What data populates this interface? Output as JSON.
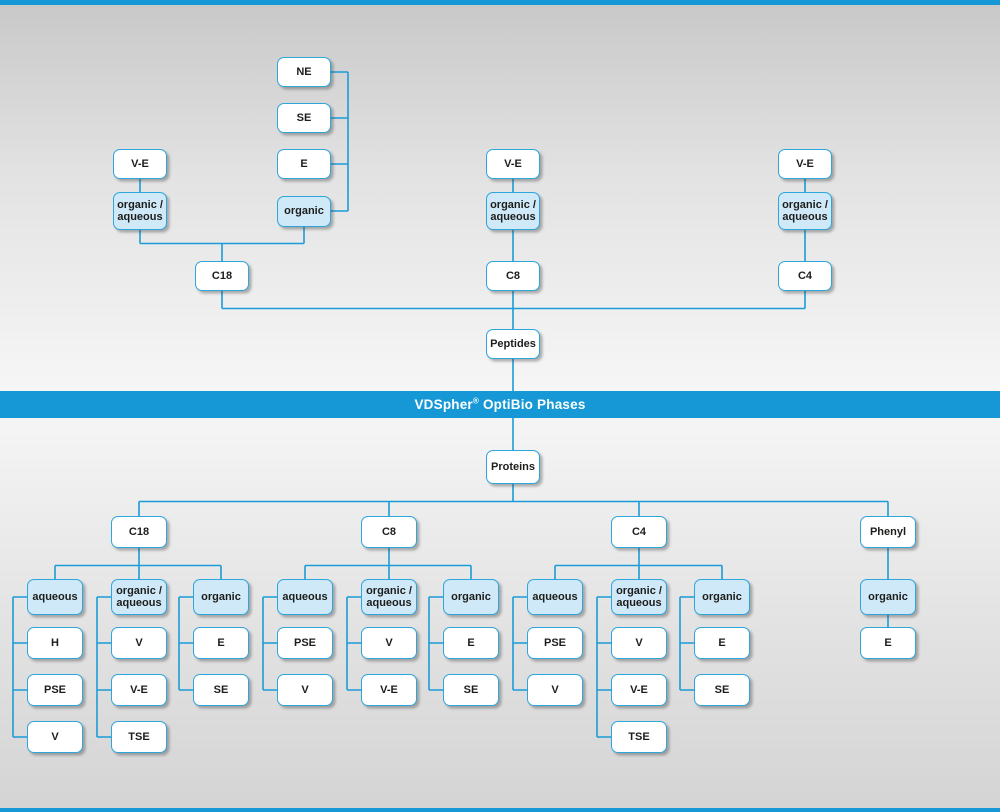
{
  "banner": {
    "brand": "VDSpher",
    "reg": "®",
    "suffix": " OptiBio Phases"
  },
  "peptides_section": {
    "ladder": [
      "NE",
      "SE",
      "E",
      "organic"
    ],
    "columns": [
      {
        "top": "V-E",
        "mode": "organic /\naqueous",
        "phase": "C18"
      },
      {
        "top": "V-E",
        "mode": "organic /\naqueous",
        "phase": "C8"
      },
      {
        "top": "V-E",
        "mode": "organic /\naqueous",
        "phase": "C4"
      }
    ],
    "root": "Peptides"
  },
  "proteins_section": {
    "root": "Proteins",
    "branches": [
      {
        "phase": "C18",
        "groups": [
          {
            "mode": "aqueous",
            "items": [
              "H",
              "PSE",
              "V"
            ]
          },
          {
            "mode": "organic /\naqueous",
            "items": [
              "V",
              "V-E",
              "TSE"
            ]
          },
          {
            "mode": "organic",
            "items": [
              "E",
              "SE"
            ]
          }
        ]
      },
      {
        "phase": "C8",
        "groups": [
          {
            "mode": "aqueous",
            "items": [
              "PSE",
              "V"
            ]
          },
          {
            "mode": "organic /\naqueous",
            "items": [
              "V",
              "V-E"
            ]
          },
          {
            "mode": "organic",
            "items": [
              "E",
              "SE"
            ]
          }
        ]
      },
      {
        "phase": "C4",
        "groups": [
          {
            "mode": "aqueous",
            "items": [
              "PSE",
              "V"
            ]
          },
          {
            "mode": "organic /\naqueous",
            "items": [
              "V",
              "V-E",
              "TSE"
            ]
          },
          {
            "mode": "organic",
            "items": [
              "E",
              "SE"
            ]
          }
        ]
      },
      {
        "phase": "Phenyl",
        "groups": [
          {
            "mode": "organic",
            "items": [
              "E"
            ]
          }
        ]
      }
    ]
  },
  "colors": {
    "accent": "#1598d5",
    "box_border": "#2ea6dc",
    "light_fill": "#cfe9f9",
    "text": "#1d1d1b"
  }
}
